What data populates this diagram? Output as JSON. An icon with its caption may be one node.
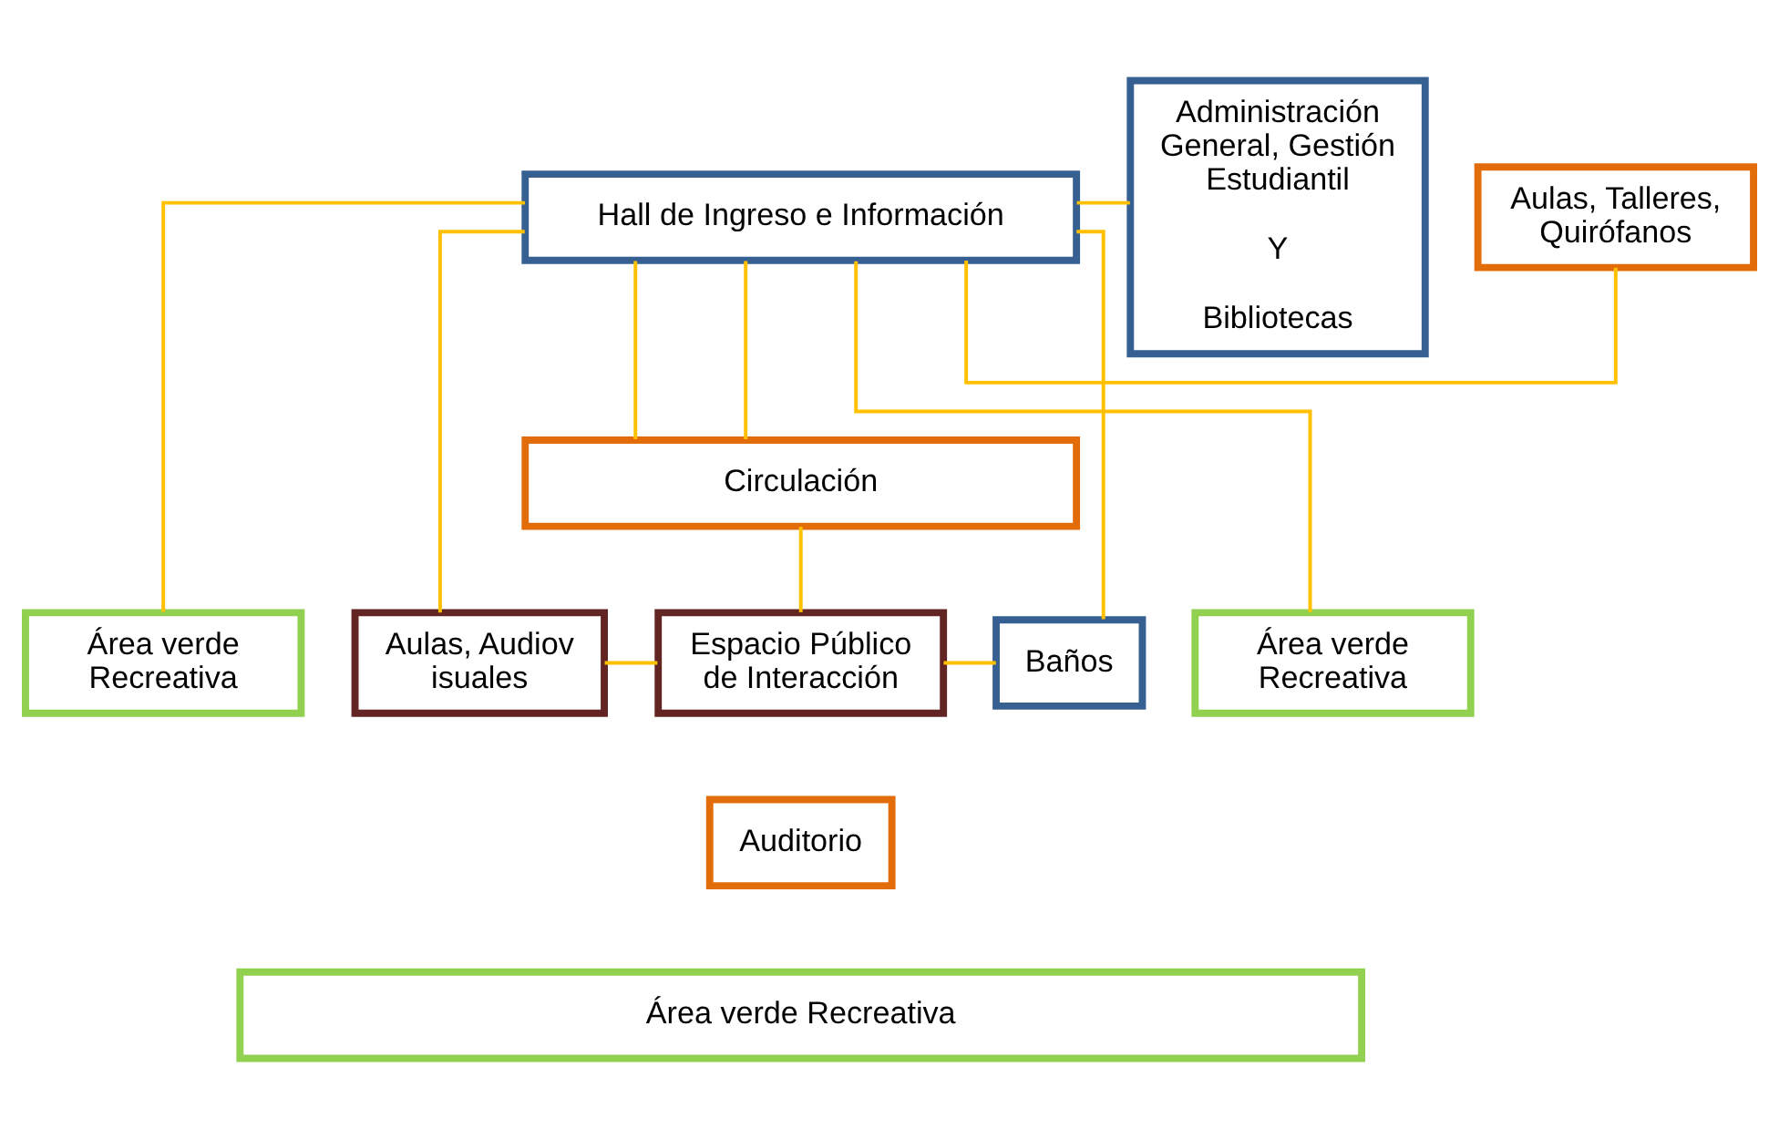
{
  "diagram": {
    "nodes": [
      {
        "text": [
          "Aulas, Talleres, Quirófanos"
        ]
      },
      {
        "text": [
          "Hall de Ingreso e Información"
        ]
      },
      {
        "text": [
          "Administración General, Gestión Estudiantil",
          "Y",
          "Bibliotecas"
        ]
      },
      {
        "text": [
          "Circulación"
        ]
      },
      {
        "text": [
          "Área verde Recreativa"
        ]
      },
      {
        "text": [
          "Aulas, Audiov isuales"
        ]
      },
      {
        "text": [
          "Espacio Público de Interacción"
        ]
      },
      {
        "text": [
          "Baños"
        ]
      },
      {
        "text": [
          "Área verde Recreativa"
        ]
      },
      {
        "text": [
          "Auditorio"
        ]
      },
      {
        "text": [
          "Área verde Recreativa"
        ]
      }
    ],
    "edges": [
      {
        "from": 1,
        "to": 3,
        "arrow": "none"
      },
      {
        "from": 1,
        "to": 0,
        "arrow": "none"
      },
      {
        "from": 1,
        "to": 4,
        "arrow": "none"
      },
      {
        "from": 1,
        "to": 5,
        "arrow": "none"
      },
      {
        "from": 1,
        "to": 3,
        "arrow": "none"
      },
      {
        "from": 1,
        "to": 2,
        "arrow": "none"
      },
      {
        "from": 1,
        "to": 7,
        "arrow": "none"
      },
      {
        "from": 1,
        "to": 8,
        "arrow": "none"
      },
      {
        "from": 3,
        "to": 6,
        "arrow": "none"
      },
      {
        "from": 5,
        "to": 6,
        "arrow": "none"
      },
      {
        "from": 6,
        "to": 7,
        "arrow": "none"
      }
    ]
  }
}
